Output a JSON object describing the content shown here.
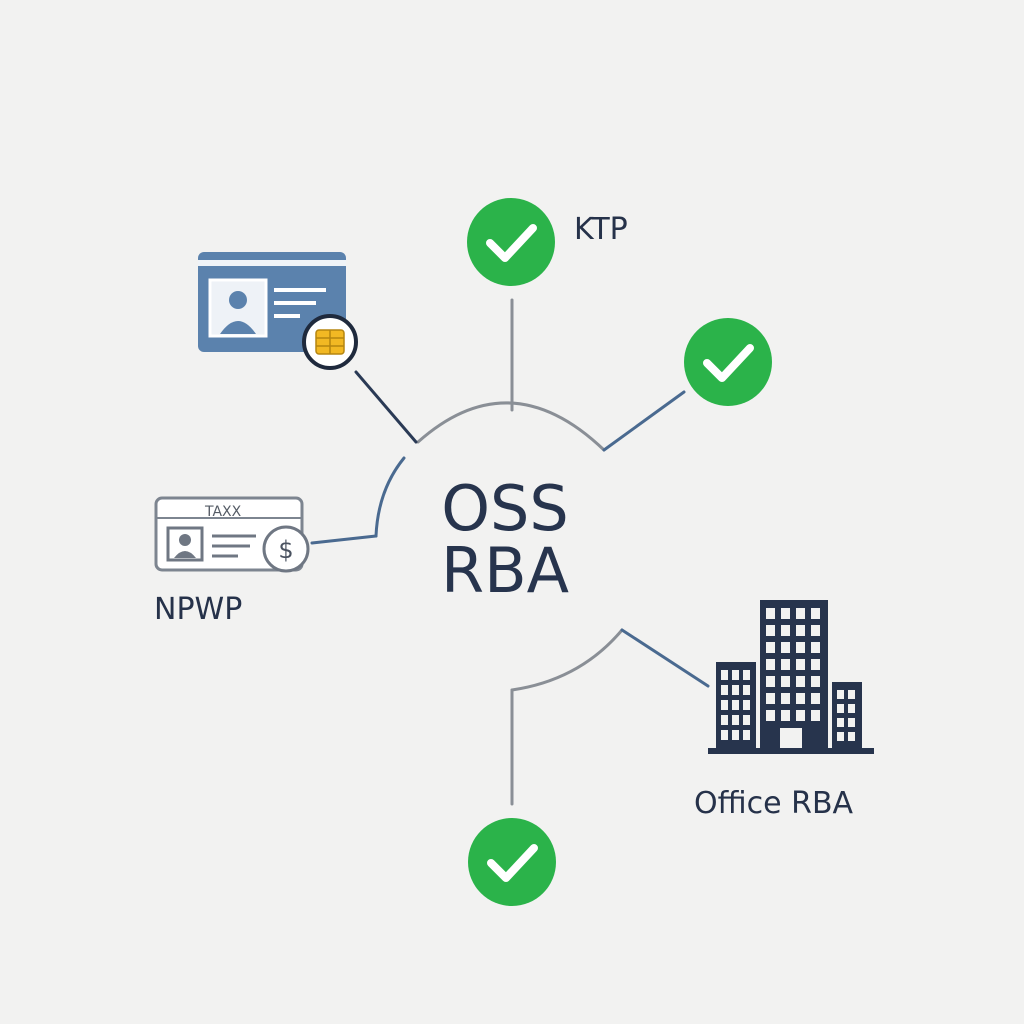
{
  "center": {
    "line1": "OSS",
    "line2": "RBA"
  },
  "nodes": {
    "ktp": {
      "label": "KTP",
      "icon": "check-circle-icon"
    },
    "right_check": {
      "icon": "check-circle-icon"
    },
    "bottom_check": {
      "icon": "check-circle-icon"
    },
    "id_card": {
      "icon": "id-card-icon"
    },
    "npwp": {
      "label": "NPWP",
      "card_text": "TAXX",
      "icon": "tax-card-icon"
    },
    "office": {
      "label": "Office RBA",
      "icon": "office-building-icon"
    }
  },
  "colors": {
    "background": "#f2f2f1",
    "check_green": "#2bb34a",
    "card_blue": "#5b82ad",
    "navy": "#2a3a55",
    "connector_gray": "#8a8f96",
    "connector_blue": "#4a6a90",
    "chip_gold": "#f2b823"
  }
}
